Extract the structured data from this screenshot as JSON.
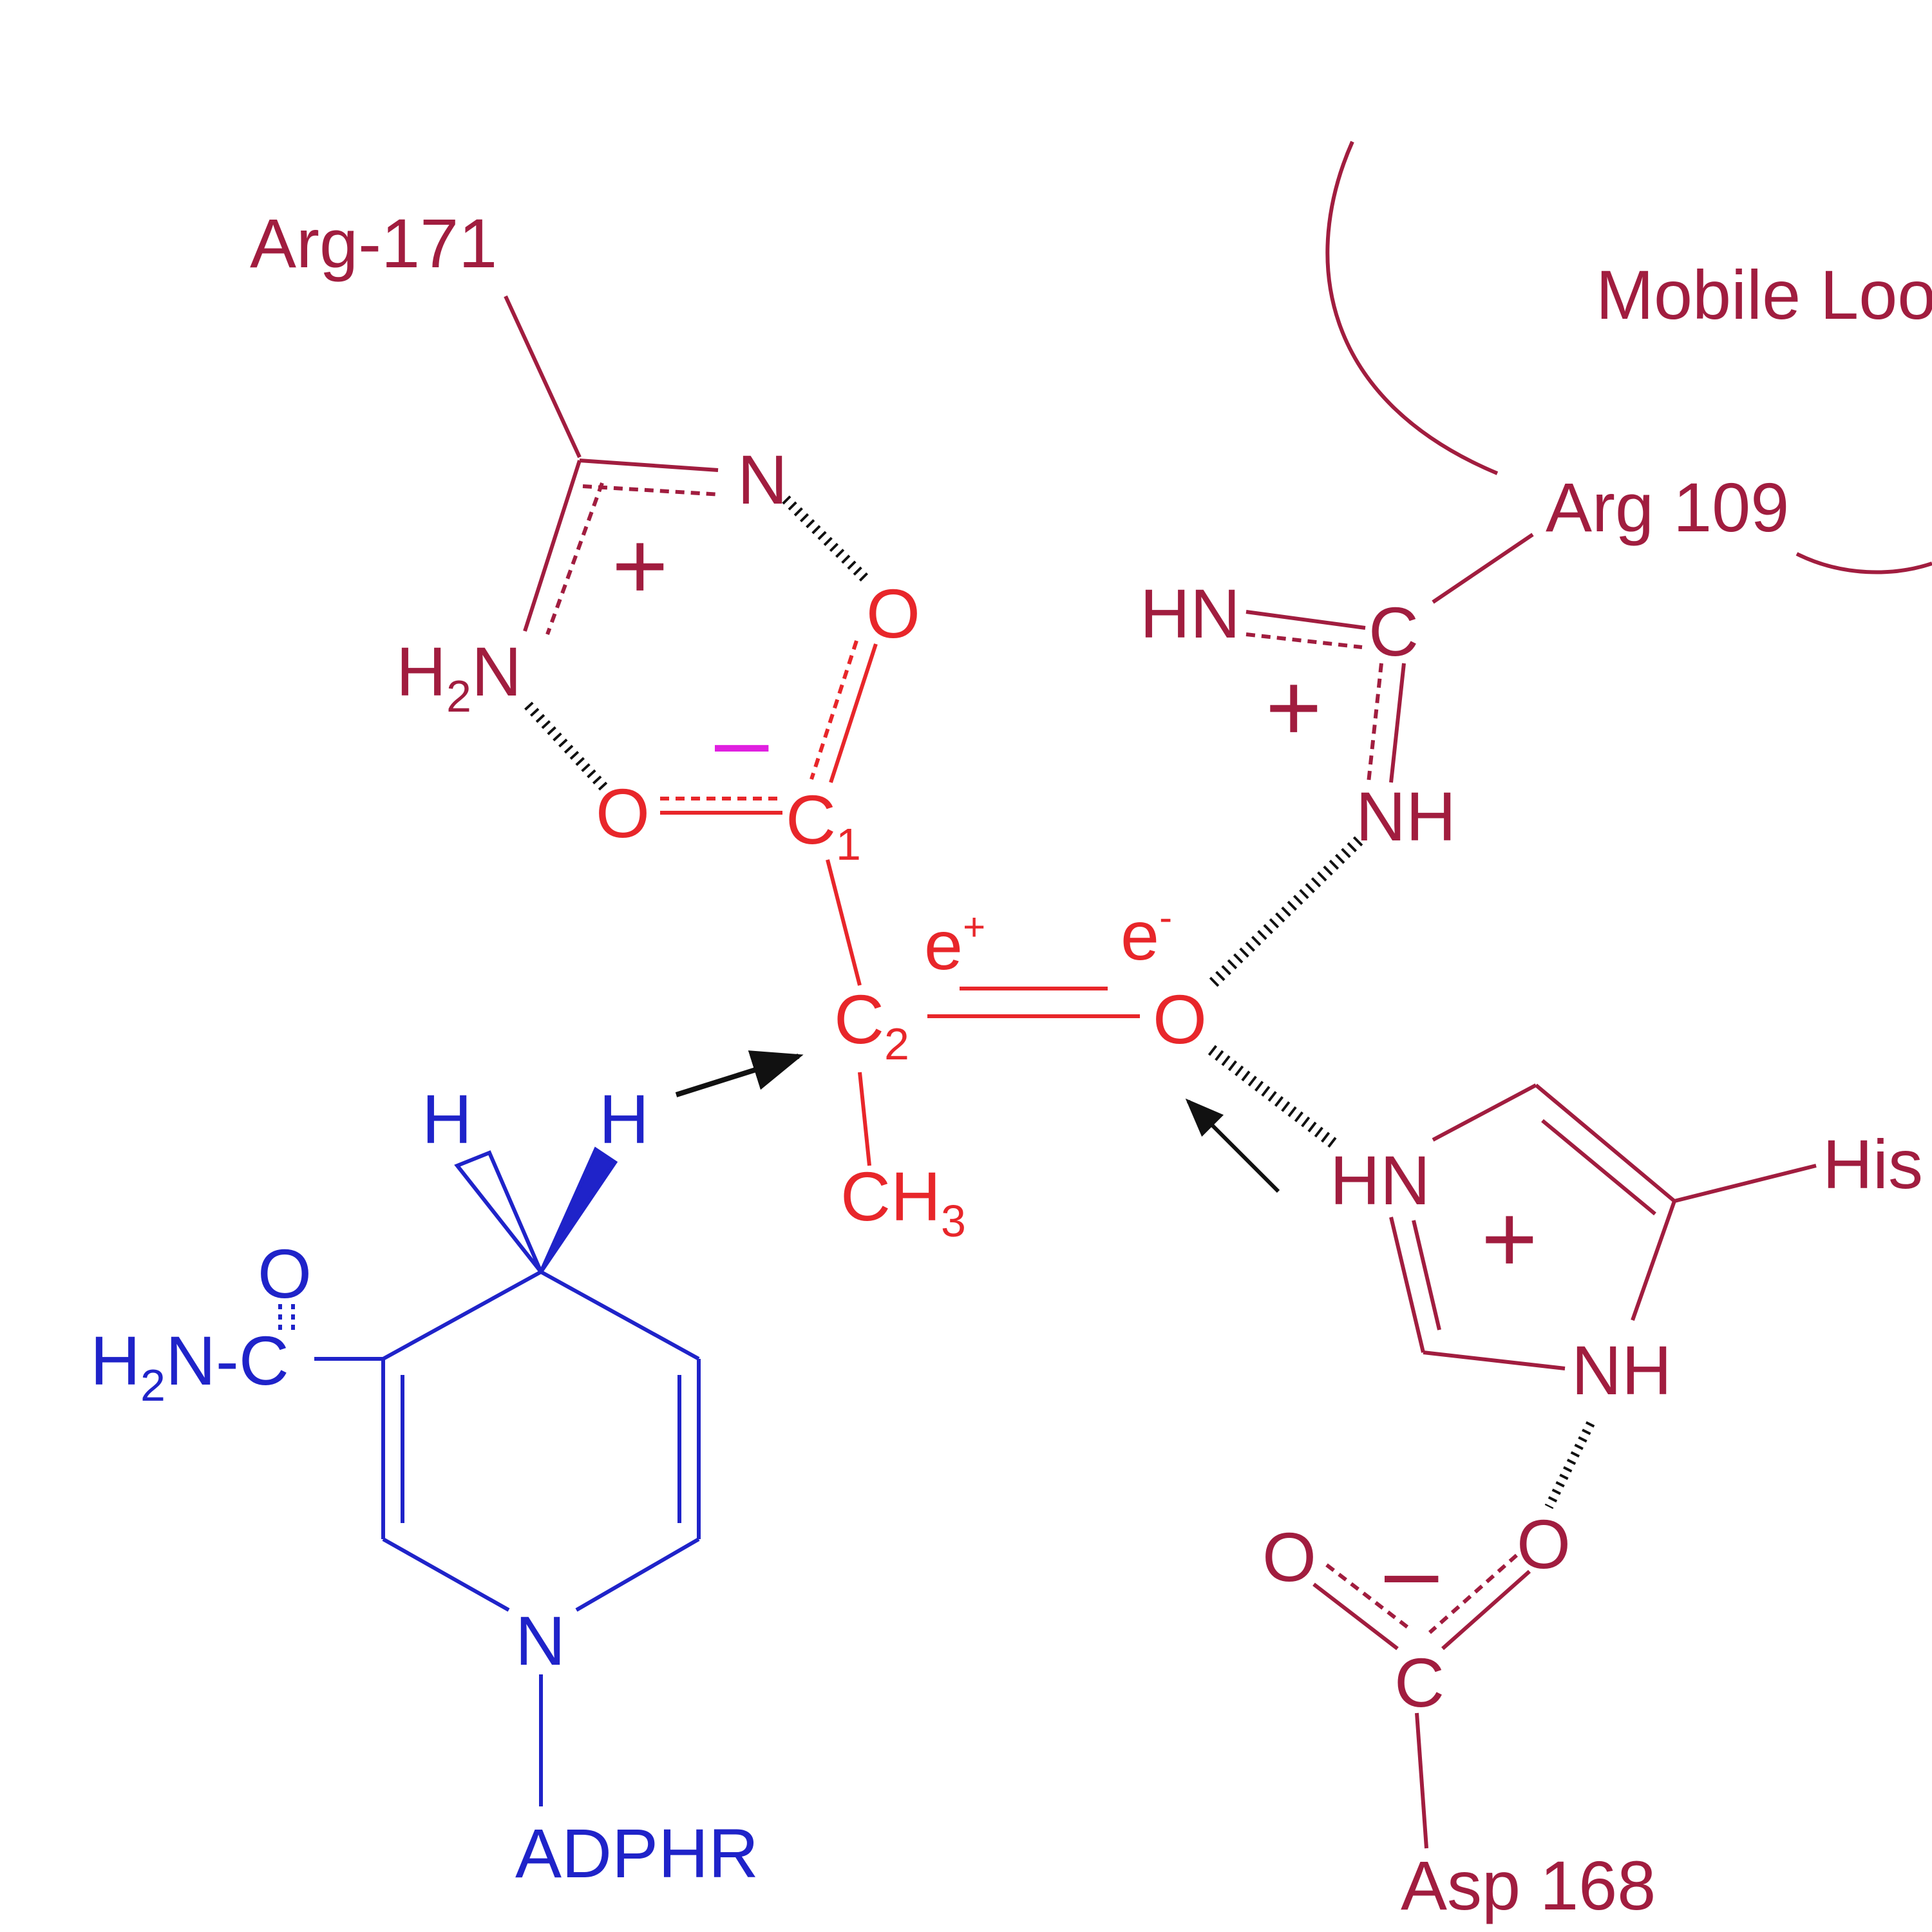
{
  "colors": {
    "residue": "#a11d3f",
    "substrate": "#e8262a",
    "nadh": "#1f23c9",
    "arrow": "#111111",
    "negative_mark": "#e020e0"
  },
  "residues": {
    "arg171": "Arg-171",
    "arg109": "Arg 109",
    "his": "His",
    "asp168": "Asp 168",
    "mobile_loop": "Mobile Loo"
  },
  "arg171_group": {
    "n": "N",
    "h2n_h": "H",
    "h2n_sub": "2",
    "h2n_n": "N",
    "plus": "+"
  },
  "arg109_group": {
    "hn": "HN",
    "c": "C",
    "nh": "NH",
    "plus": "+"
  },
  "his_group": {
    "hn": "HN",
    "nh": "NH",
    "plus": "+"
  },
  "asp_group": {
    "o_left": "O",
    "o_right": "O",
    "c": "C",
    "minus": "–"
  },
  "substrate": {
    "o_top": "O",
    "o_left": "O",
    "c1": "C",
    "c1_sub": "1",
    "c2": "C",
    "c2_sub": "2",
    "o_ketone": "O",
    "ch3": "CH",
    "ch3_sub": "3",
    "e_plus": "e",
    "e_plus_sup": "+",
    "e_minus": "e",
    "e_minus_sup": "-",
    "minus": "–"
  },
  "nadh": {
    "h_left": "H",
    "h_right": "H",
    "o": "O",
    "amide_h": "H",
    "amide_sub": "2",
    "amide_rest": "N-C",
    "ring_n": "N",
    "adphr": "ADPHR"
  }
}
